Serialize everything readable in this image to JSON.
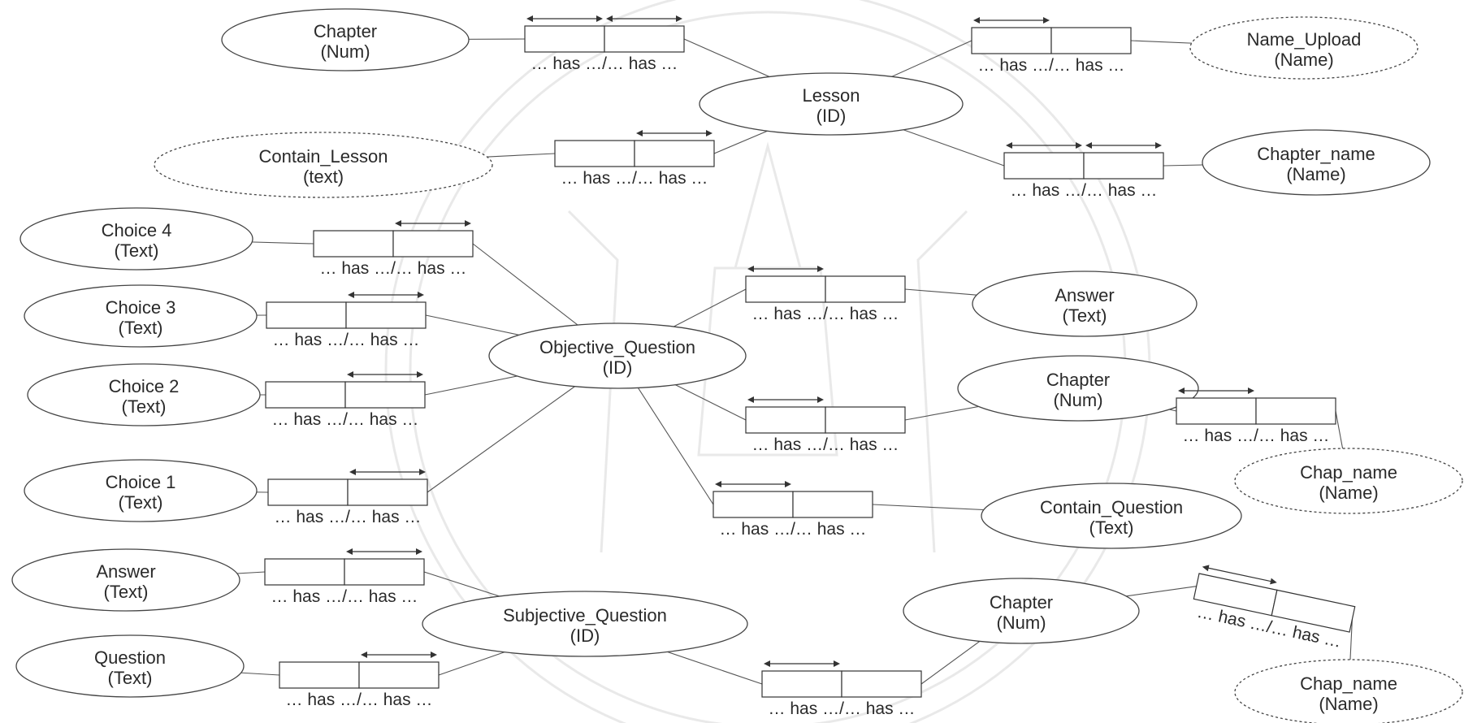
{
  "entities": [
    {
      "id": "chapter_num_1",
      "line1": "Chapter",
      "line2": "(Num)",
      "dashed": false
    },
    {
      "id": "lesson",
      "line1": "Lesson",
      "line2": "(ID)",
      "dashed": false
    },
    {
      "id": "name_upload",
      "line1": "Name_Upload",
      "line2": "(Name)",
      "dashed": true
    },
    {
      "id": "contain_lesson",
      "line1": "Contain_Lesson",
      "line2": "(text)",
      "dashed": true
    },
    {
      "id": "chapter_name",
      "line1": "Chapter_name",
      "line2": "(Name)",
      "dashed": false
    },
    {
      "id": "choice4",
      "line1": "Choice 4",
      "line2": "(Text)",
      "dashed": false
    },
    {
      "id": "choice3",
      "line1": "Choice 3",
      "line2": "(Text)",
      "dashed": false
    },
    {
      "id": "choice2",
      "line1": "Choice 2",
      "line2": "(Text)",
      "dashed": false
    },
    {
      "id": "choice1",
      "line1": "Choice 1",
      "line2": "(Text)",
      "dashed": false
    },
    {
      "id": "objective_question",
      "line1": "Objective_Question",
      "line2": "(ID)",
      "dashed": false
    },
    {
      "id": "answer_obj",
      "line1": "Answer",
      "line2": "(Text)",
      "dashed": false
    },
    {
      "id": "chapter_num_2",
      "line1": "Chapter",
      "line2": "(Num)",
      "dashed": false
    },
    {
      "id": "chap_name_1",
      "line1": "Chap_name",
      "line2": "(Name)",
      "dashed": true
    },
    {
      "id": "contain_question",
      "line1": "Contain_Question",
      "line2": "(Text)",
      "dashed": false
    },
    {
      "id": "answer_subj",
      "line1": "Answer",
      "line2": "(Text)",
      "dashed": false
    },
    {
      "id": "question",
      "line1": "Question",
      "line2": "(Text)",
      "dashed": false
    },
    {
      "id": "subjective_question",
      "line1": "Subjective_Question",
      "line2": "(ID)",
      "dashed": false
    },
    {
      "id": "chapter_num_3",
      "line1": "Chapter",
      "line2": "(Num)",
      "dashed": false
    },
    {
      "id": "chap_name_2",
      "line1": "Chap_name",
      "line2": "(Name)",
      "dashed": true
    }
  ],
  "relationships": [
    {
      "id": "r1",
      "label": "… has …/… has …",
      "arrow": "both"
    },
    {
      "id": "r2",
      "label": "… has …/… has …",
      "arrow": "left"
    },
    {
      "id": "r3",
      "label": "… has …/… has …",
      "arrow": "right"
    },
    {
      "id": "r4",
      "label": "… has …/… has …",
      "arrow": "both"
    },
    {
      "id": "r5",
      "label": "… has …/… has …",
      "arrow": "right"
    },
    {
      "id": "r6",
      "label": "… has …/… has …",
      "arrow": "right"
    },
    {
      "id": "r7",
      "label": "… has …/… has …",
      "arrow": "right"
    },
    {
      "id": "r8",
      "label": "… has …/… has …",
      "arrow": "right"
    },
    {
      "id": "r9",
      "label": "… has …/… has …",
      "arrow": "left"
    },
    {
      "id": "r10",
      "label": "… has …/… has …",
      "arrow": "left"
    },
    {
      "id": "r11",
      "label": "… has …/… has …",
      "arrow": "left"
    },
    {
      "id": "r12",
      "label": "… has …/… has …",
      "arrow": "left"
    },
    {
      "id": "r13",
      "label": "… has …/… has …",
      "arrow": "right"
    },
    {
      "id": "r14",
      "label": "… has …/… has …",
      "arrow": "right"
    },
    {
      "id": "r15",
      "label": "… has …/… has …",
      "arrow": "left"
    },
    {
      "id": "r16",
      "label": "… has …/… has …",
      "arrow": "left"
    },
    {
      "id": "r17",
      "label": "… has …/… has …",
      "arrow": "left"
    }
  ]
}
